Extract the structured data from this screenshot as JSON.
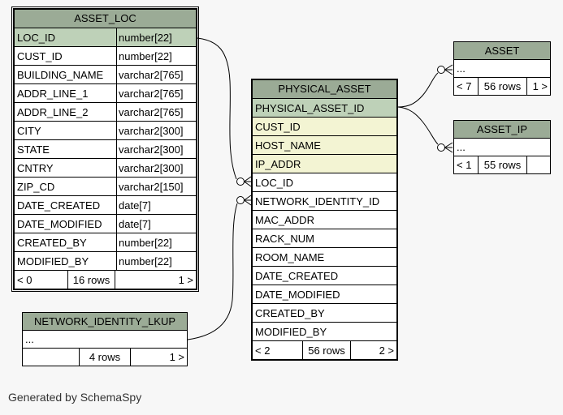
{
  "app": {
    "generator_note": "Generated by SchemaSpy"
  },
  "colors": {
    "page_background": "#f7f7f7",
    "header": "#9bab96",
    "primary_key": "#bed1b8",
    "indexed_row": "#f3f4d3",
    "table_row": "#ffffff",
    "border": "#000000",
    "note_text": "#333333"
  },
  "tables": [
    {
      "key": "asset_loc",
      "title": "ASSET_LOC",
      "rows": [
        {
          "name": "LOC_ID",
          "type": "number[22]",
          "bg": "pk"
        },
        {
          "name": "CUST_ID",
          "type": "number[22]",
          "bg": "plain"
        },
        {
          "name": "BUILDING_NAME",
          "type": "varchar2[765]",
          "bg": "plain"
        },
        {
          "name": "ADDR_LINE_1",
          "type": "varchar2[765]",
          "bg": "plain"
        },
        {
          "name": "ADDR_LINE_2",
          "type": "varchar2[765]",
          "bg": "plain"
        },
        {
          "name": "CITY",
          "type": "varchar2[300]",
          "bg": "plain"
        },
        {
          "name": "STATE",
          "type": "varchar2[300]",
          "bg": "plain"
        },
        {
          "name": "CNTRY",
          "type": "varchar2[300]",
          "bg": "plain"
        },
        {
          "name": "ZIP_CD",
          "type": "varchar2[150]",
          "bg": "plain"
        },
        {
          "name": "DATE_CREATED",
          "type": "date[7]",
          "bg": "plain"
        },
        {
          "name": "DATE_MODIFIED",
          "type": "date[7]",
          "bg": "plain"
        },
        {
          "name": "CREATED_BY",
          "type": "number[22]",
          "bg": "plain"
        },
        {
          "name": "MODIFIED_BY",
          "type": "number[22]",
          "bg": "plain"
        }
      ],
      "footer": {
        "left": "< 0",
        "center": "16 rows",
        "right": "1 >"
      }
    },
    {
      "key": "physical_asset",
      "title": "PHYSICAL_ASSET",
      "rows": [
        {
          "name": "PHYSICAL_ASSET_ID",
          "bg": "pk"
        },
        {
          "name": "CUST_ID",
          "bg": "indexed"
        },
        {
          "name": "HOST_NAME",
          "bg": "indexed"
        },
        {
          "name": "IP_ADDR",
          "bg": "indexed"
        },
        {
          "name": "LOC_ID",
          "bg": "plain"
        },
        {
          "name": "NETWORK_IDENTITY_ID",
          "bg": "plain"
        },
        {
          "name": "MAC_ADDR",
          "bg": "plain"
        },
        {
          "name": "RACK_NUM",
          "bg": "plain"
        },
        {
          "name": "ROOM_NAME",
          "bg": "plain"
        },
        {
          "name": "DATE_CREATED",
          "bg": "plain"
        },
        {
          "name": "DATE_MODIFIED",
          "bg": "plain"
        },
        {
          "name": "CREATED_BY",
          "bg": "plain"
        },
        {
          "name": "MODIFIED_BY",
          "bg": "plain"
        }
      ],
      "footer": {
        "left": "< 2",
        "center": "56 rows",
        "right": "2 >"
      }
    },
    {
      "key": "asset",
      "title": "ASSET",
      "rows": [
        {
          "name": "...",
          "bg": "plain"
        }
      ],
      "footer": {
        "left": "< 7",
        "center": "56 rows",
        "right": "1 >"
      }
    },
    {
      "key": "asset_ip",
      "title": "ASSET_IP",
      "rows": [
        {
          "name": "...",
          "bg": "plain"
        }
      ],
      "footer": {
        "left": "< 1",
        "center": "55 rows",
        "right": ""
      }
    },
    {
      "key": "network_identity_lkup",
      "title": "NETWORK_IDENTITY_LKUP",
      "rows": [
        {
          "name": "...",
          "bg": "plain"
        }
      ],
      "footer": {
        "left": "",
        "center": "4 rows",
        "right": "1 >"
      }
    }
  ],
  "relationships": [
    {
      "from": "ASSET_LOC.LOC_ID",
      "to": "PHYSICAL_ASSET.LOC_ID"
    },
    {
      "from": "NETWORK_IDENTITY_LKUP",
      "to": "PHYSICAL_ASSET.NETWORK_IDENTITY_ID"
    },
    {
      "from": "PHYSICAL_ASSET.PHYSICAL_ASSET_ID",
      "to": "ASSET"
    },
    {
      "from": "PHYSICAL_ASSET.PHYSICAL_ASSET_ID",
      "to": "ASSET_IP"
    }
  ]
}
